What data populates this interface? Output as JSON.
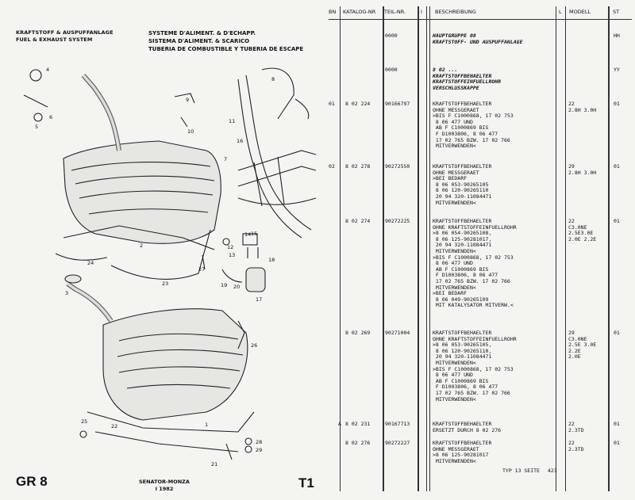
{
  "header": {
    "left": [
      "KRAFTSTOFF & AUSPUFFANLAGE",
      "FUEL & EXHAUST SYSTEM"
    ],
    "center": [
      "SYSTEME D'ALIMENT. & D'ECHAPP.",
      "SISTEMA D'ALIMENT. & SCARICO",
      "TUBERIA DE COMBUSTIBLE Y TUBERIA DE ESCAPE"
    ]
  },
  "footer": {
    "group": "GR 8",
    "model": "SENATOR-MONZA",
    "year": "I 1982",
    "section": "T1"
  },
  "callouts": [
    "1",
    "2",
    "3",
    "4",
    "5",
    "6",
    "7",
    "8",
    "9",
    "10",
    "11",
    "12",
    "13",
    "14",
    "15",
    "16",
    "17",
    "18",
    "19",
    "20",
    "21",
    "22",
    "23",
    "24",
    "25",
    "26",
    "27",
    "28",
    "29"
  ],
  "columns": {
    "bn": "BN",
    "katalog": "KATALOG-NR",
    "teil": "TEIL-NR.",
    "i": "I",
    "beschreibung": "BESCHREIBUNG",
    "l": "L",
    "modell": "MODELL",
    "st": "ST"
  },
  "rows": [
    {
      "bn": "",
      "katalog": "",
      "teil": "0000",
      "desc": "HAUPTGRUPPE 08\nKRAFTSTOFF- UND AUSPUFFANLAGE",
      "modell": "",
      "st": "HH",
      "italic": true
    },
    {
      "bn": "",
      "katalog": "",
      "teil": "0000",
      "desc": "8 02 ...\nKRAFTSTOFFBEHAELTER\nKRAFTSTOFFEINFUELLROHR\nVERSCHLUSSKAPPE",
      "modell": "",
      "st": "YY",
      "italic": true
    },
    {
      "bn": "01",
      "katalog": "8 02 224",
      "teil": "90166797",
      "desc": "KRAFTSTOFFBEHAELTER\nOHNE MESSGERAET\n>BIS F C1000868, 17 02 753\n 8 06 477 UND\n AB F C1000869 BIS\n F D1003806, 8 06 477\n 17 02 765 BZW. 17 02 766\n MITVERWENDEN<",
      "modell": "22\n2.8H 3.0H",
      "st": "01"
    },
    {
      "bn": "02",
      "katalog": "8 02 278",
      "teil": "90272550",
      "desc": "KRAFTSTOFFBEHAELTER\nOHNE MESSGERAET\n>BEI BEDARF\n 8 06 053-90265105\n 8 06 120-90265110\n 20 94 320-11084471\n MITVERWENDEN<",
      "modell": "29\n2.8H 3.0H",
      "st": "01"
    },
    {
      "bn": "",
      "katalog": "8 02 274",
      "teil": "90272225",
      "desc": "KRAFTSTOFFBEHAELTER\nOHNE KRAFTSTOFFEINFUELLROHR\n>8 06 054-90265108,\n 8 06 125-90281017,\n 20 94 320-11084471\n MITVERWENDEN<\n>BIS F C1000868, 17 02 753\n 8 06 477 UND\n AB F C1000869 BIS\n F D1003806, 8 06 477\n 17 02 765 BZW. 17 02 766\n MITVERWENDEN<\n>BEI BEDARF\n 8 06 049-90265109\n MIT KATALYSATOR MITVERW.<",
      "modell": "22\nC3.0NE\n2.5E3.0E\n2.0E 2.2E",
      "st": "01"
    },
    {
      "bn": "",
      "katalog": "8 02 269",
      "teil": "90271004",
      "desc": "KRAFTSTOFFBEHAELTER\nOHNE KRAFTSTOFFEINFUELLROHR\n>8 06 053-90265105,\n 8 06 120-90265110,\n 20 94 320-11084471\n MITVERWENDEN<\n>BIS F C1000868, 17 02 753\n 8 06 477 UND\n AB F C1000869 BIS\n F D1003806, 8 06 477\n 17 02 765 BZW. 17 02 766\n MITVERWENDEN<",
      "modell": "29\nC3.0NE\n2.5E 3.0E\n2.2E\n2.0E",
      "st": "01"
    },
    {
      "bn": "A",
      "katalog": "8 02 231",
      "teil": "90167713",
      "desc": "KRAFTSTOFFBEHAELTER\nERSETZT DURCH 8 02 276",
      "modell": "22\n2.3TD",
      "st": "01"
    },
    {
      "bn": "",
      "katalog": "8 02 276",
      "teil": "90272227",
      "desc": "KRAFTSTOFFBEHAELTER\nOHNE MESSGERAET\n>8 06 125-90281017\n MITVERWENDEN<",
      "modell": "22\n2.3TD",
      "st": "01"
    }
  ],
  "pagefoot": {
    "label": "TYP  13 SEITE",
    "page": "423"
  }
}
